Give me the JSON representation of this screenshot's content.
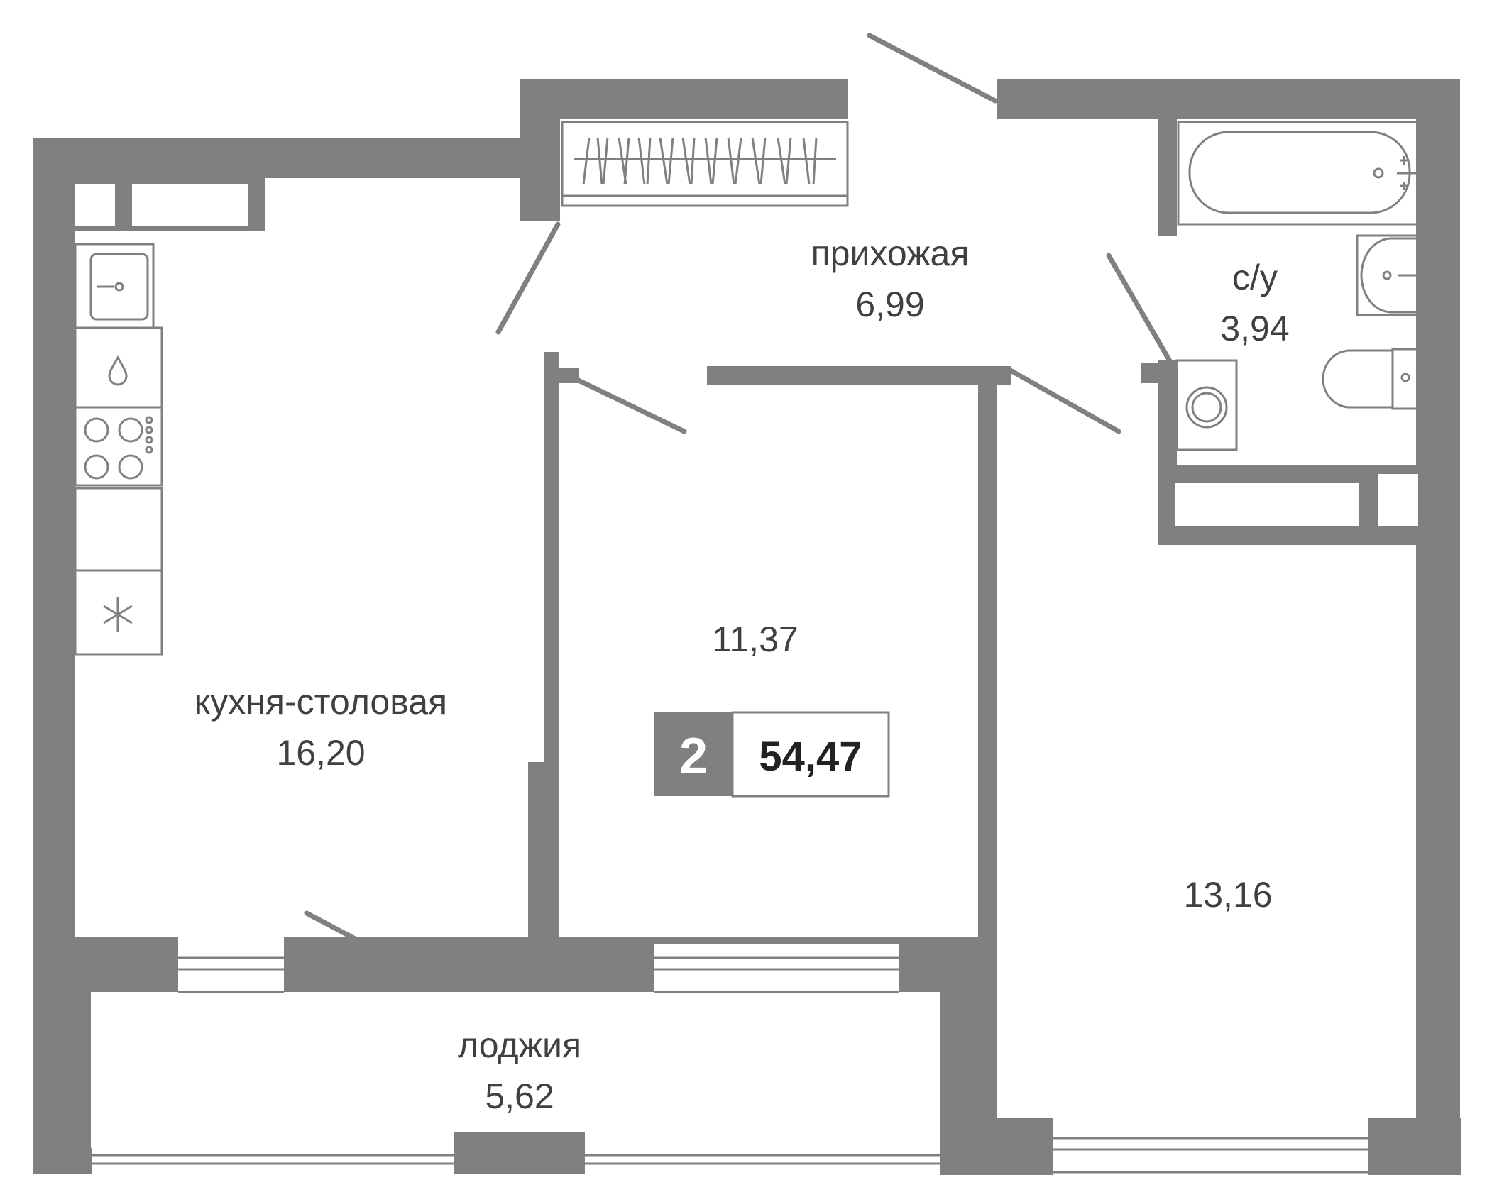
{
  "colors": {
    "wall": "#808080",
    "text": "#404040",
    "background": "#ffffff"
  },
  "rooms": {
    "hallway": {
      "name": "прихожая",
      "area": "6,99"
    },
    "bathroom": {
      "name": "с/у",
      "area": "3,94"
    },
    "kitchen": {
      "name": "кухня-столовая",
      "area": "16,20"
    },
    "bedroom_small": {
      "area": "11,37"
    },
    "bedroom_large": {
      "area": "13,16"
    },
    "loggia": {
      "name": "лоджия",
      "area": "5,62"
    }
  },
  "summary": {
    "rooms_count": "2",
    "total_area": "54,47"
  },
  "icons": [
    "sink-icon",
    "water-drop-icon",
    "stove-icon",
    "snowflake-icon",
    "bathtub-icon",
    "washbasin-icon",
    "washing-machine-icon",
    "toilet-icon",
    "wardrobe-icon"
  ]
}
